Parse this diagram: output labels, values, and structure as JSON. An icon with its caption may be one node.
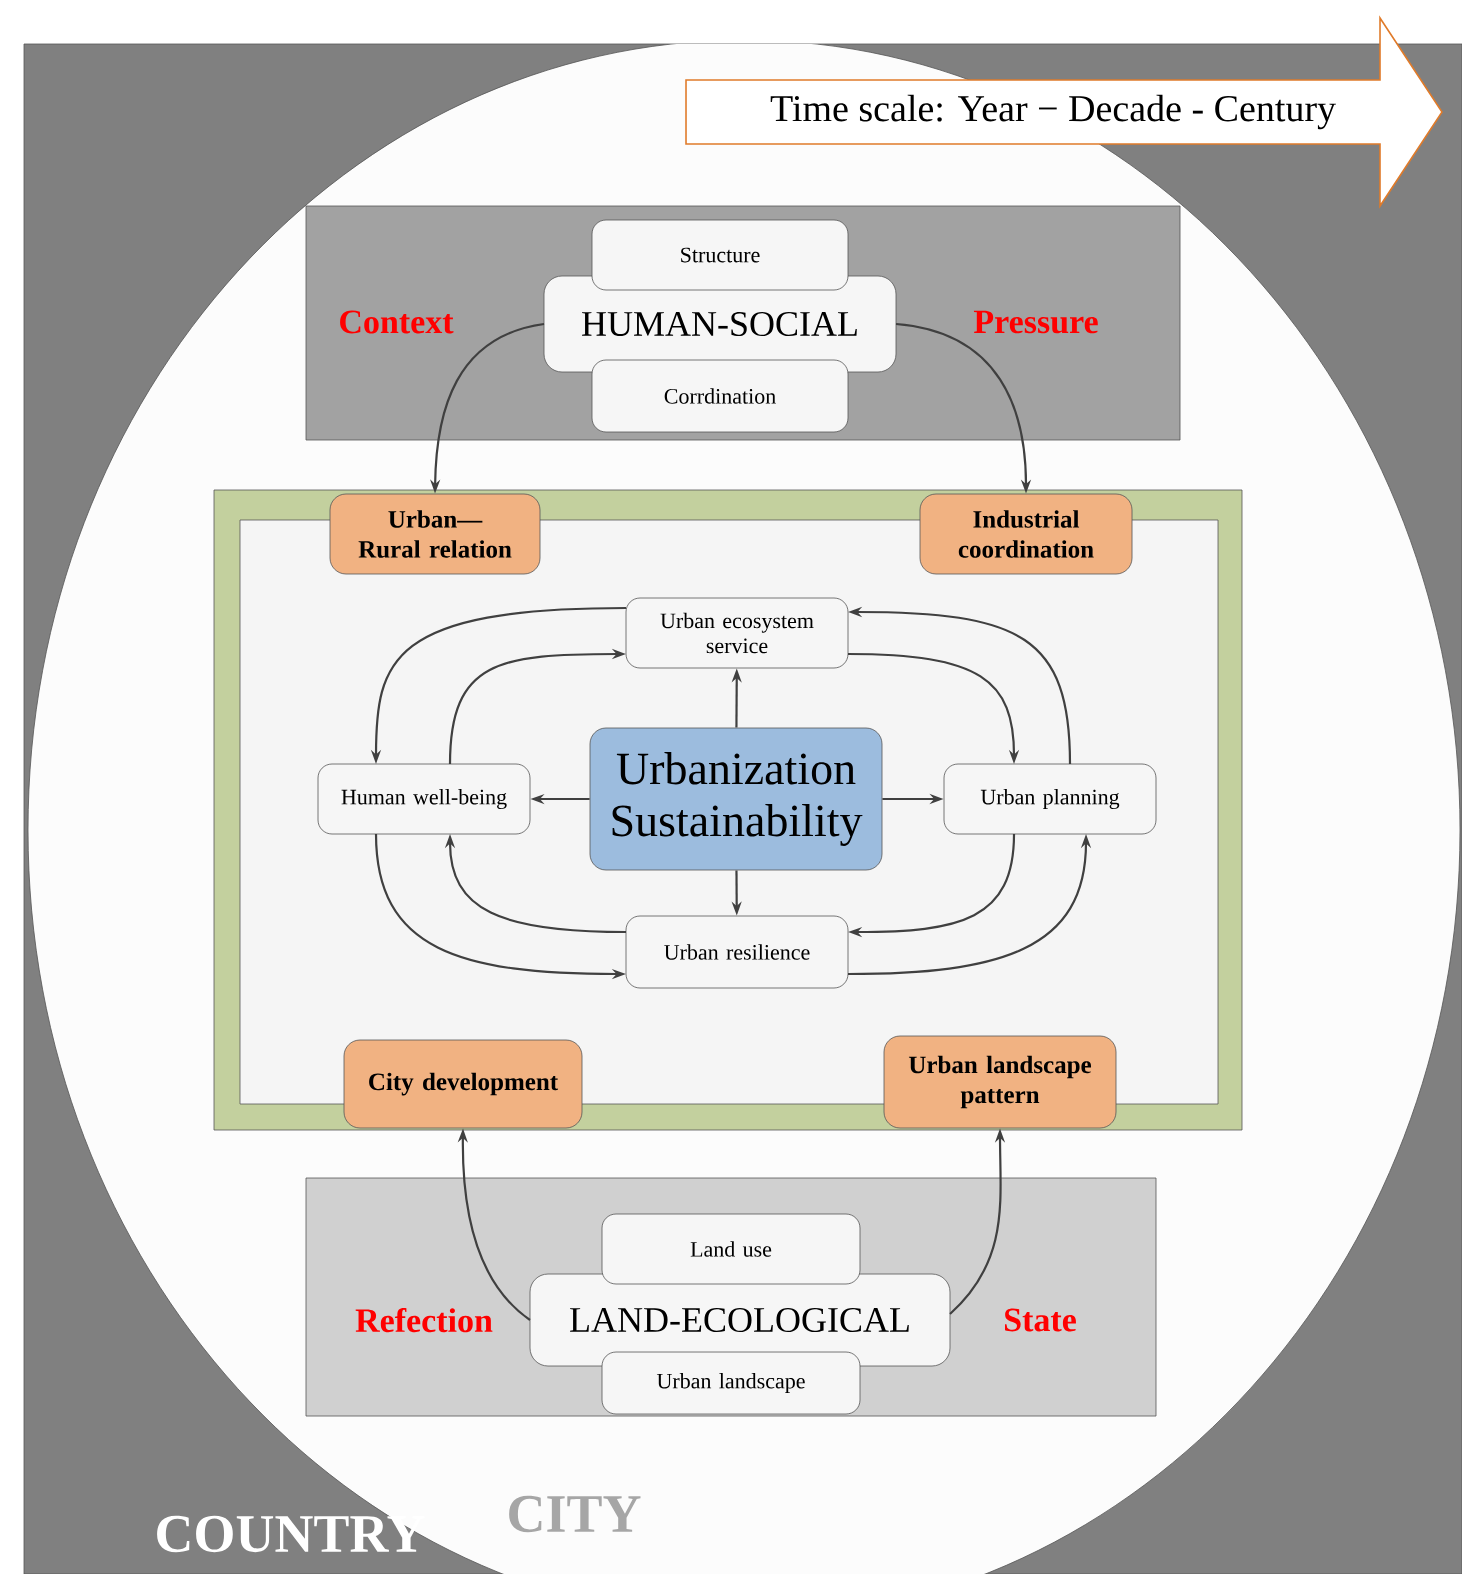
{
  "diagram": {
    "nodes": [
      {
        "text": [
          "Time scale: Year − Decade - Century"
        ]
      },
      {
        "text": [],
        "shape": "box"
      },
      {
        "text": [
          "Structure"
        ],
        "in": 1
      },
      {
        "text": [
          "HUMAN-SOCIAL"
        ],
        "in": 1
      },
      {
        "text": [
          "Corrdination"
        ],
        "in": 1
      },
      {
        "text": [],
        "shape": "box"
      },
      {
        "text": [],
        "shape": "box",
        "in": 5
      },
      {
        "text": [
          "Urban—Rural relation"
        ],
        "in": 5
      },
      {
        "text": [
          "Industrial coordination"
        ],
        "in": 5
      },
      {
        "text": [
          "Urban ecosystem service"
        ],
        "in": 6
      },
      {
        "text": [
          "Human well-being"
        ],
        "in": 6
      },
      {
        "text": [
          "Urbanization Sustainability"
        ],
        "in": 6
      },
      {
        "text": [
          "Urban planning"
        ],
        "in": 6
      },
      {
        "text": [
          "Urban resilience"
        ],
        "in": 6
      },
      {
        "text": [
          "City development"
        ],
        "in": 5
      },
      {
        "text": [
          "Urban landscape pattern"
        ],
        "in": 5
      },
      {
        "text": [],
        "shape": "box"
      },
      {
        "text": [
          "Land use"
        ],
        "in": 16
      },
      {
        "text": [
          "LAND-ECOLOGICAL"
        ],
        "in": 16
      },
      {
        "text": [
          "Urban landscape"
        ],
        "in": 16
      }
    ],
    "edges": [
      {
        "from": 3,
        "to": 7,
        "arrow": "to"
      },
      {
        "from": 3,
        "to": 8,
        "arrow": "to"
      },
      {
        "from": 18,
        "to": 14,
        "arrow": "to"
      },
      {
        "from": 18,
        "to": 15,
        "arrow": "to"
      },
      {
        "from": 11,
        "to": 9,
        "arrow": "to"
      },
      {
        "from": 11,
        "to": 10,
        "arrow": "to"
      },
      {
        "from": 11,
        "to": 12,
        "arrow": "to"
      },
      {
        "from": 11,
        "to": 13,
        "arrow": "to"
      },
      {
        "from": 9,
        "to": 10,
        "arrow": "to"
      },
      {
        "from": 10,
        "to": 9,
        "arrow": "to"
      },
      {
        "from": 9,
        "to": 12,
        "arrow": "to"
      },
      {
        "from": 12,
        "to": 9,
        "arrow": "to"
      },
      {
        "from": 12,
        "to": 13,
        "arrow": "to"
      },
      {
        "from": 13,
        "to": 12,
        "arrow": "to"
      },
      {
        "from": 13,
        "to": 10,
        "arrow": "to"
      },
      {
        "from": 10,
        "to": 13,
        "arrow": "to"
      }
    ],
    "labels": [
      "Context",
      "Pressure",
      "Refection",
      "State",
      "COUNTRY",
      "CITY"
    ]
  }
}
